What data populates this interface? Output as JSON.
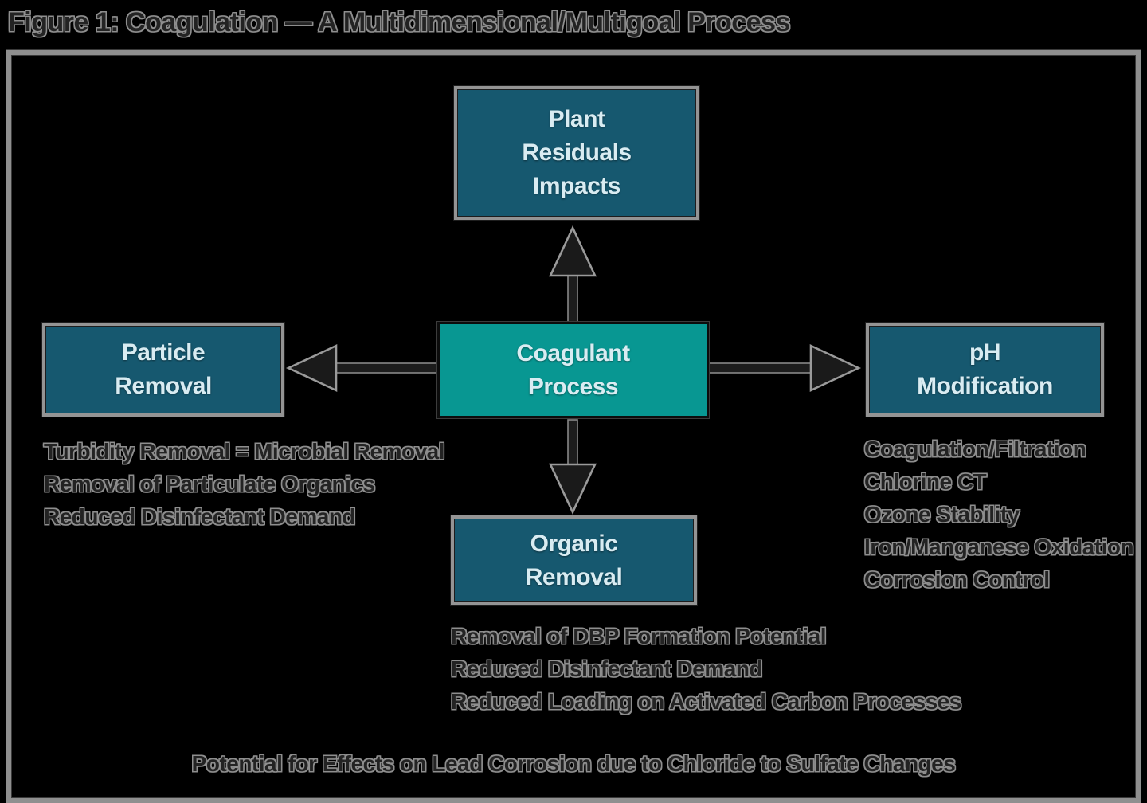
{
  "figure": {
    "title": "Figure 1: Coagulation — A Multidimensional/Multigoal Process"
  },
  "colors": {
    "background": "#000000",
    "frame_border": "#8f8f8f",
    "node_fill_dark_teal": "#16586f",
    "node_fill_teal": "#089792",
    "node_border_gray": "#949494",
    "node_text": "#d9ecf2",
    "annotation_fill": "#232323",
    "annotation_outline": "#8e8e8e"
  },
  "nodes": {
    "top": {
      "label": "Plant\nResiduals\nImpacts"
    },
    "left": {
      "label": "Particle\nRemoval"
    },
    "center": {
      "label": "Coagulant\nProcess"
    },
    "right": {
      "label": "pH\nModification"
    },
    "bottom": {
      "label": "Organic\nRemoval"
    }
  },
  "arrows": [
    {
      "name": "arrow-up",
      "from": "center",
      "to": "top"
    },
    {
      "name": "arrow-down",
      "from": "center",
      "to": "bottom"
    },
    {
      "name": "arrow-left",
      "from": "center",
      "to": "left"
    },
    {
      "name": "arrow-right",
      "from": "center",
      "to": "right"
    }
  ],
  "annotations": {
    "particle_removal": [
      "Turbidity Removal = Microbial Removal",
      "Removal of Particulate Organics",
      "Reduced Disinfectant Demand"
    ],
    "ph_modification": [
      "Coagulation/Filtration",
      "Chlorine CT",
      "Ozone Stability",
      "Iron/Manganese Oxidation",
      "Corrosion Control"
    ],
    "organic_removal": [
      "Removal of DBP Formation Potential",
      "Reduced Disinfectant Demand",
      "Reduced Loading on Activated Carbon Processes"
    ],
    "footnote": "Potential for Effects on Lead Corrosion due to Chloride to Sulfate Changes"
  }
}
